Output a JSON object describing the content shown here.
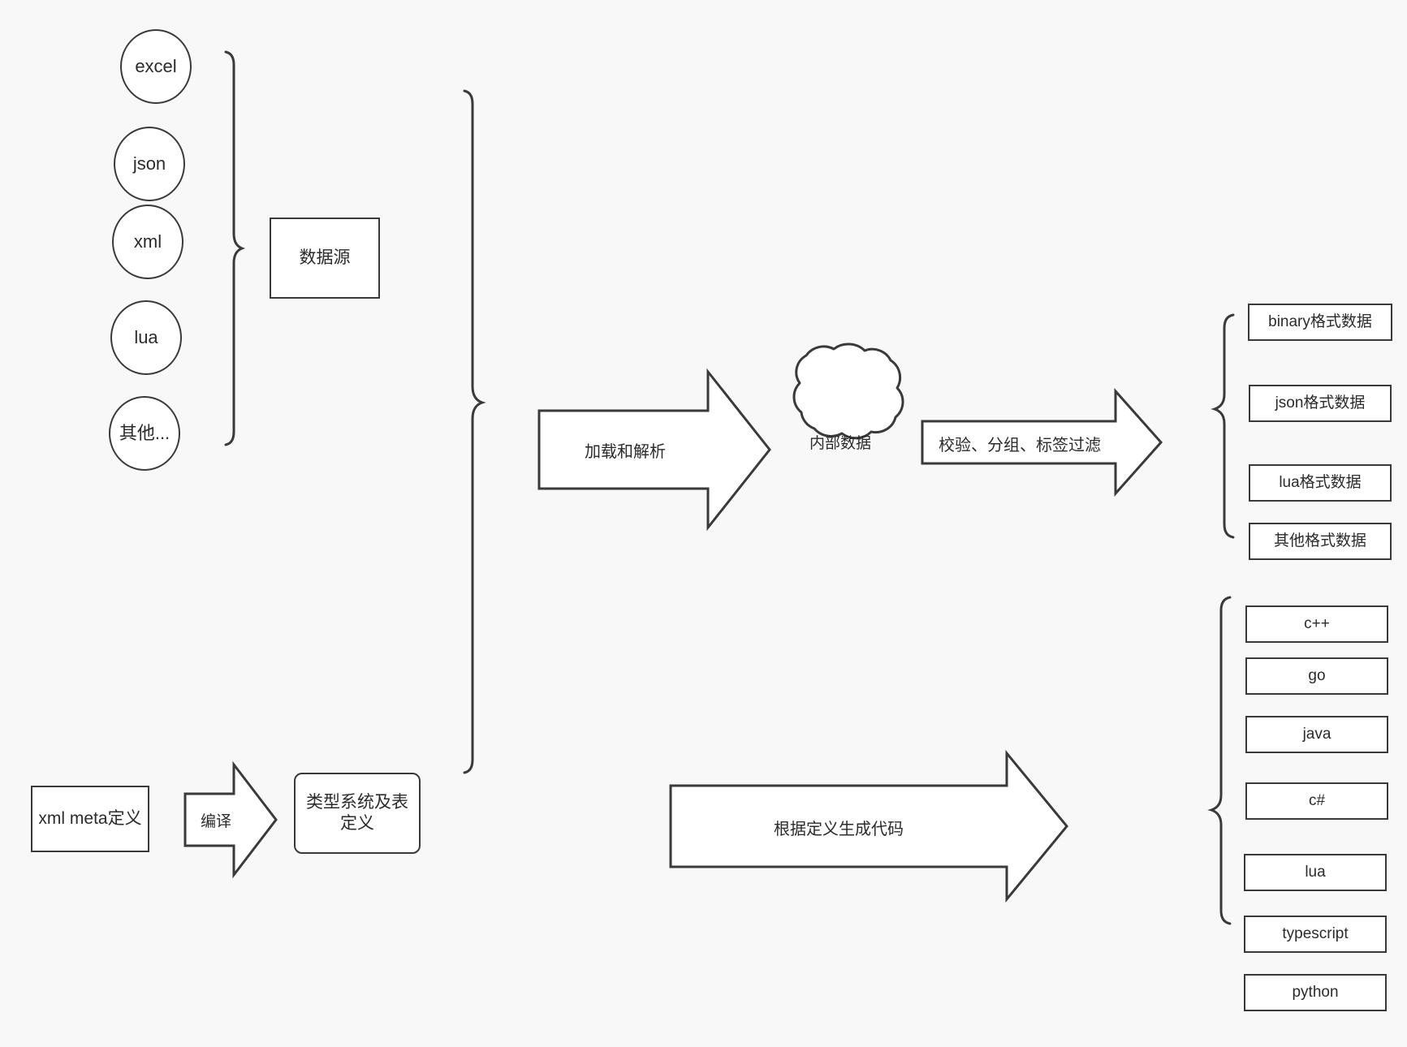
{
  "diagram": {
    "background_color": "#f8f8f8",
    "stroke_color": "#3a3a3a",
    "fill_color": "#ffffff",
    "text_color": "#2b2b2b"
  },
  "data_sources": {
    "group_label": "数据源",
    "items": [
      {
        "label": "excel"
      },
      {
        "label": "json"
      },
      {
        "label": "xml"
      },
      {
        "label": "lua"
      },
      {
        "label": "其他..."
      }
    ]
  },
  "meta": {
    "source_label": "xml meta定义",
    "compile_arrow_label": "编译",
    "target_label": "类型系统及表定义"
  },
  "pipeline": {
    "load_arrow_label": "加载和解析",
    "internal_data_label": "内部数据",
    "filter_arrow_label": "校验、分组、标签过滤",
    "codegen_arrow_label": "根据定义生成代码"
  },
  "outputs": {
    "data_formats": [
      {
        "label": "binary格式数据"
      },
      {
        "label": "json格式数据"
      },
      {
        "label": "lua格式数据"
      },
      {
        "label": "其他格式数据"
      }
    ],
    "languages": [
      {
        "label": "c++"
      },
      {
        "label": "go"
      },
      {
        "label": "java"
      },
      {
        "label": "c#"
      },
      {
        "label": "lua"
      },
      {
        "label": "typescript"
      },
      {
        "label": "python"
      }
    ]
  }
}
